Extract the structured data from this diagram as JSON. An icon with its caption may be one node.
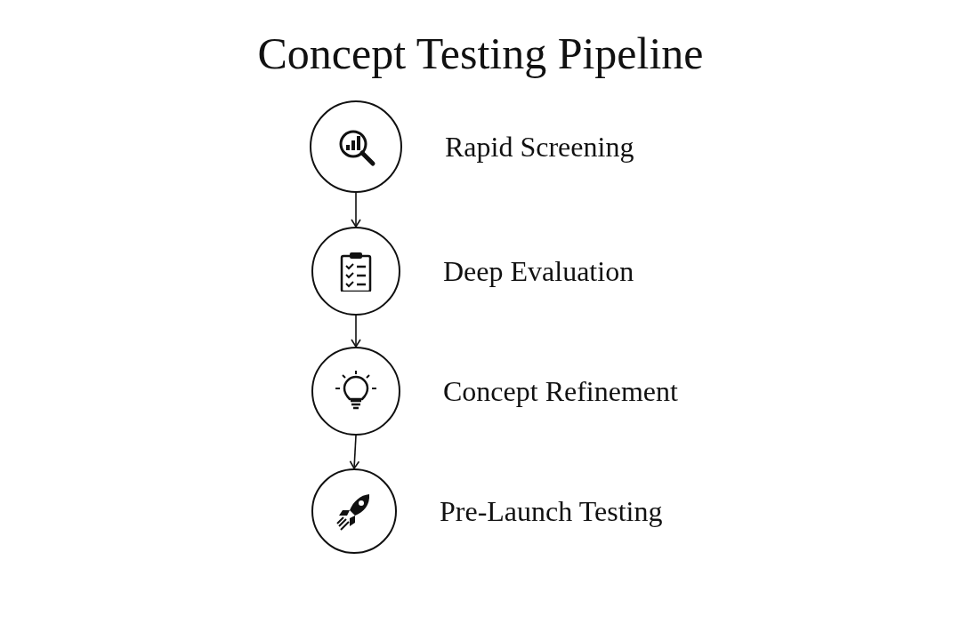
{
  "diagram": {
    "title": "Concept Testing Pipeline",
    "nodes": [
      {
        "text": [],
        "shape": "circle",
        "beside": [
          "Rapid Screening"
        ]
      },
      {
        "text": [],
        "shape": "circle",
        "beside": [
          "Deep Evaluation"
        ]
      },
      {
        "text": [],
        "shape": "circle",
        "beside": [
          "Concept Refinement"
        ]
      },
      {
        "text": [],
        "shape": "circle",
        "beside": [
          "Pre-Launch Testing"
        ]
      }
    ],
    "edges": [
      {
        "from": 0,
        "to": 1,
        "arrow": "to"
      },
      {
        "from": 1,
        "to": 2,
        "arrow": "to"
      },
      {
        "from": 2,
        "to": 3,
        "arrow": "to"
      }
    ]
  }
}
